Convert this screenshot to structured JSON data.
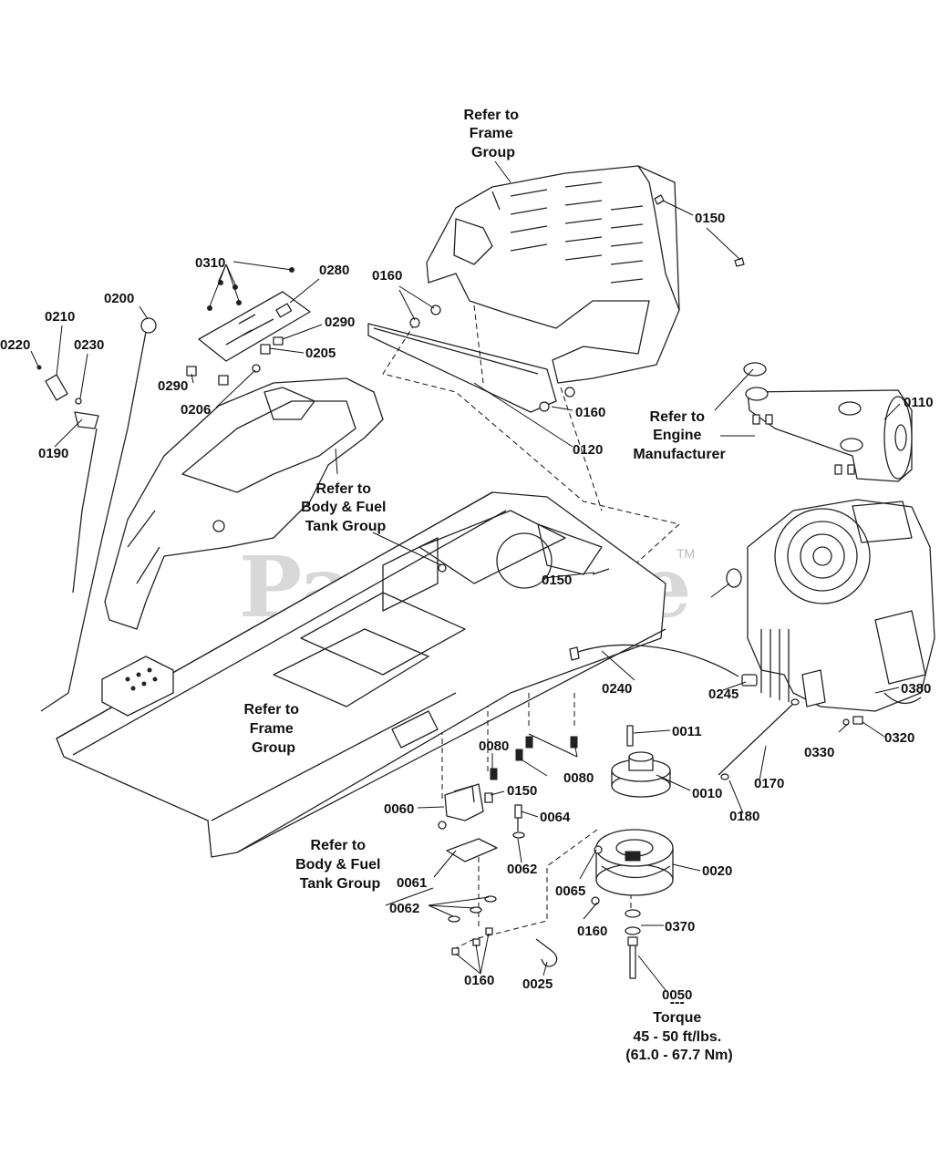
{
  "watermark": {
    "text": "PartsTree",
    "tm": "TM"
  },
  "references": {
    "frame_top": [
      "Refer to",
      "Frame",
      "Group"
    ],
    "frame_mid": [
      "Refer to",
      "Frame",
      "Group"
    ],
    "body_fuel_top": [
      "Refer to",
      "Body & Fuel",
      "Tank Group"
    ],
    "body_fuel_bottom": [
      "Refer to",
      "Body & Fuel",
      "Tank Group"
    ],
    "engine_mfr": [
      "Refer to",
      "Engine",
      "Manufacturer"
    ]
  },
  "torque_note": [
    "---",
    "Torque",
    "45 - 50 ft/lbs.",
    "(61.0 - 67.7 Nm)"
  ],
  "parts": {
    "p0010": "0010",
    "p0011": "0011",
    "p0020": "0020",
    "p0025": "0025",
    "p0050": "0050",
    "p0060": "0060",
    "p0061": "0061",
    "p0062a": "0062",
    "p0062b": "0062",
    "p0064": "0064",
    "p0065": "0065",
    "p0080a": "0080",
    "p0080b": "0080",
    "p0110": "0110",
    "p0120": "0120",
    "p0150a": "0150",
    "p0150b": "0150",
    "p0150c": "0150",
    "p0160a": "0160",
    "p0160b": "0160",
    "p0160c": "0160",
    "p0160d": "0160",
    "p0170": "0170",
    "p0180": "0180",
    "p0190": "0190",
    "p0200": "0200",
    "p0205": "0205",
    "p0206": "0206",
    "p0210": "0210",
    "p0220": "0220",
    "p0230": "0230",
    "p0240": "0240",
    "p0245": "0245",
    "p0280": "0280",
    "p0290a": "0290",
    "p0290b": "0290",
    "p0310": "0310",
    "p0320": "0320",
    "p0330": "0330",
    "p0370": "0370",
    "p0380": "0380"
  }
}
